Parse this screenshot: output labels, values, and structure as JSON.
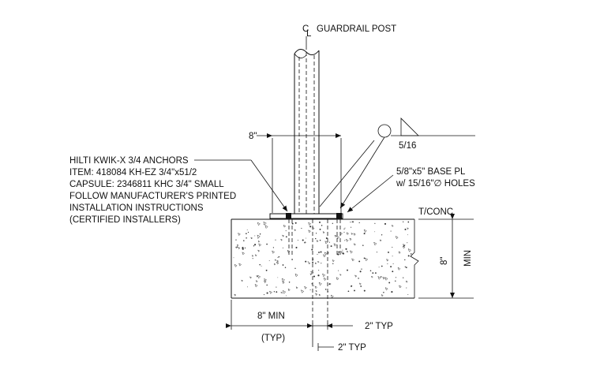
{
  "labels": {
    "cl_symbol": "CL",
    "post_title": "GUARDRAIL POST",
    "dim_plate_width": "8\"",
    "weld_size": "5/16",
    "base_plate_line1": "5/8\"x5\" BASE PL",
    "base_plate_line2": "w/ 15/16\"∅ HOLES",
    "anchors": [
      "HILTI KWIK-X 3/4 ANCHORS",
      "ITEM: 418084 KH-EZ 3/4\"x51/2",
      "CAPSULE: 2346811 KHC 3/4\" SMALL",
      "FOLLOW MANUFACTURER'S PRINTED",
      "INSTALLATION INSTRUCTIONS",
      "(CERTIFIED INSTALLERS)"
    ],
    "top_of_concrete": "T/CONC",
    "depth_value": "8\"",
    "depth_suffix": "MIN",
    "edge_distance": "8\" MIN",
    "typ": "(TYP)",
    "right_spacing": "2\" TYP",
    "lower_spacing": "2\" TYP"
  }
}
